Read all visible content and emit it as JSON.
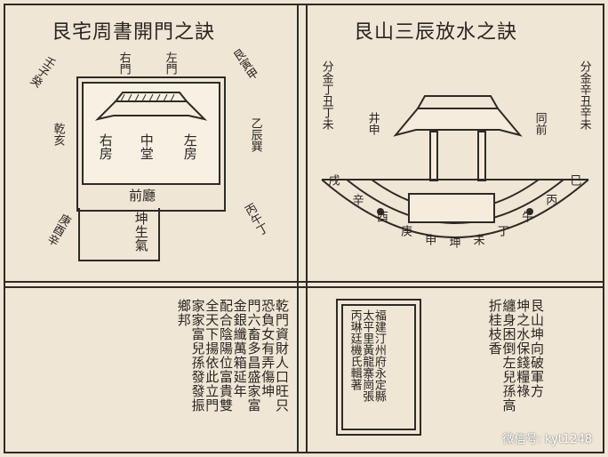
{
  "left": {
    "title": "艮宅周書開門之訣",
    "labels": {
      "top_left_outer": "壬子癸",
      "top_left_inner": "右門",
      "top_right_inner": "左門",
      "top_right_outer": "艮寅甲",
      "left_mid": "乾亥",
      "left_bottom": "庚酉辛",
      "right_mid": "乙辰巽",
      "right_bottom": "丙午丁",
      "house_left_room": "右房",
      "house_center": "中堂",
      "house_right_room": "左房",
      "hall": "前廳",
      "gate": "坤生氣"
    },
    "paragraph": [
      "乾門資財人口旺只",
      "恐負女有弄傷坤",
      "門六畜多昌盛家富",
      "金銀纖萬箱延年",
      "配合陰陽位富貴雙",
      "全天下揚依此立門",
      "家家富兒孫發發振",
      "鄉邦"
    ]
  },
  "right": {
    "title": "艮山三辰放水之訣",
    "labels": {
      "top_left": "分金丁丑丁未",
      "mid_left": "井申",
      "mid_right": "同前",
      "top_right": "分金辛丑辛未"
    },
    "ring": [
      "戌",
      "辛",
      "酉",
      "庚",
      "申",
      "坤",
      "未",
      "丁",
      "午",
      "丙",
      "巳"
    ],
    "stamp": [
      "福建汀州府永定縣",
      "太平里黃龍寨崗張",
      "丙琳廷機氏輯著"
    ],
    "paragraph": [
      "艮山坤向破軍方",
      "坤之水保錢糧祿",
      "纏身困倒左兒孫高",
      "折桂枝香"
    ]
  },
  "watermark": "微信号: kyt1248"
}
